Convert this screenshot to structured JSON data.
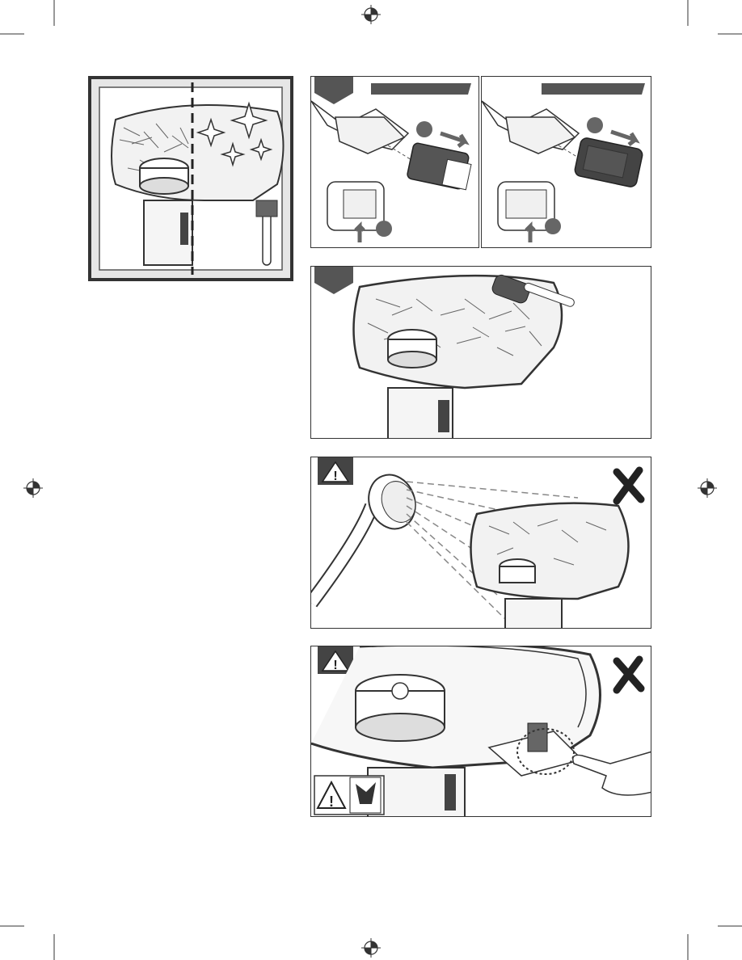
{
  "page": {
    "title": "",
    "background": "#ffffff"
  },
  "colors": {
    "ink": "#333333",
    "dark_fill": "#4a4a4a",
    "light_fill": "#e6e6e6",
    "badge_fill": "#555555"
  },
  "icons": {
    "registration_marks": "crosshair-target-icon",
    "warning": "warning-triangle-icon",
    "prohibited": "x-cross-icon",
    "hand_hazard": "hand-cut-hazard-icon",
    "cleaning_brush": "brush-icon"
  },
  "panels": [
    {
      "id": "before-after-cleaning",
      "text": ""
    },
    {
      "id": "battery-removal-a",
      "text": ""
    },
    {
      "id": "battery-removal-b",
      "text": ""
    },
    {
      "id": "brush-cleaning",
      "text": ""
    },
    {
      "id": "no-water-spray",
      "text": ""
    },
    {
      "id": "no-touch-cutter-blade",
      "text": ""
    }
  ]
}
